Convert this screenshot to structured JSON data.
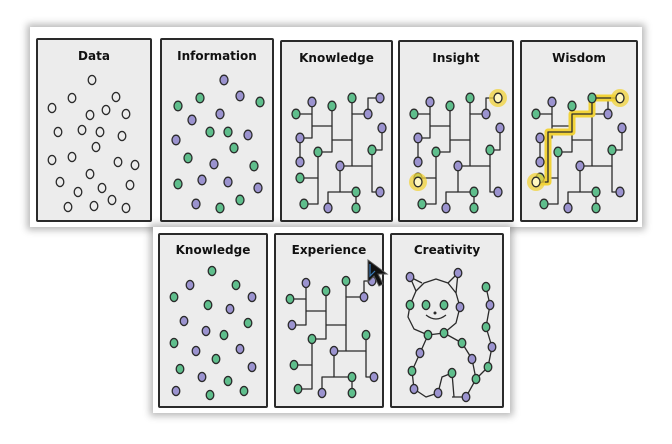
{
  "panels": [
    {
      "title": "Data"
    },
    {
      "title": "Information"
    },
    {
      "title": "Knowledge"
    },
    {
      "title": "Insight"
    },
    {
      "title": "Wisdom"
    },
    {
      "title": "Knowledge"
    },
    {
      "title": "Experience"
    },
    {
      "title": "Creativity"
    }
  ],
  "colors": {
    "panel_bg": "#ececec",
    "outline": "#2a2a2a",
    "green_dot": "#5fbe8c",
    "purple_dot": "#9b93cf",
    "highlight": "#f2d33a"
  },
  "icons": {
    "cursor": "pointer-arrow-icon"
  }
}
